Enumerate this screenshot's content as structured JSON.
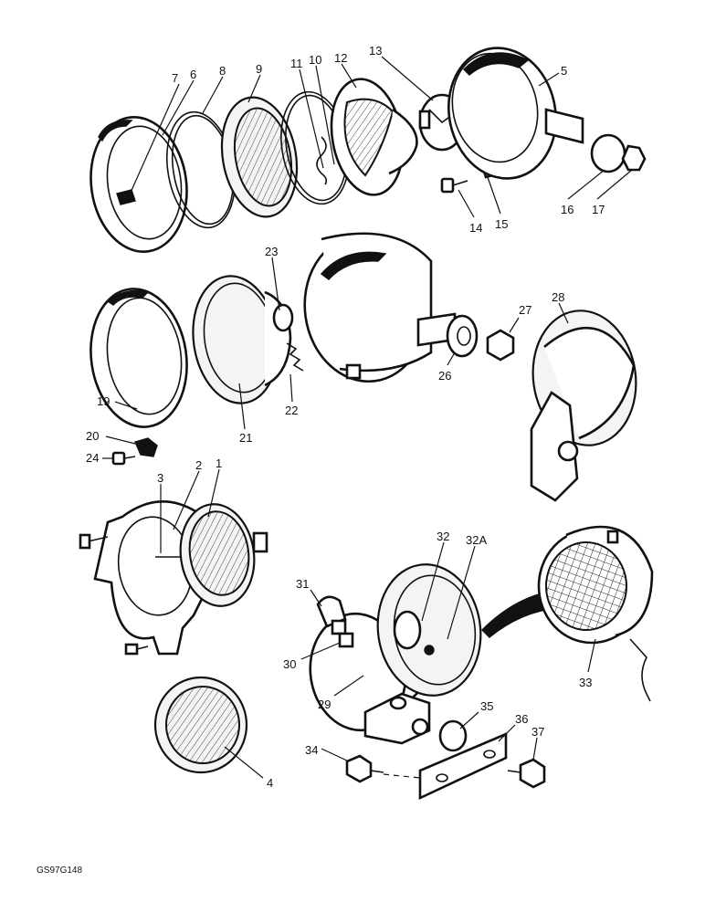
{
  "figure_code": "GS97G148",
  "callouts": {
    "c1": "1",
    "c2": "2",
    "c3": "3",
    "c4": "4",
    "c5": "5",
    "c6": "6",
    "c7": "7",
    "c8": "8",
    "c9": "9",
    "c10": "10",
    "c11": "11",
    "c12": "12",
    "c13": "13",
    "c14": "14",
    "c15": "15",
    "c16": "16",
    "c17": "17",
    "c19": "19",
    "c20": "20",
    "c21": "21",
    "c22": "22",
    "c23": "23",
    "c24": "24",
    "c26": "26",
    "c27": "27",
    "c28": "28",
    "c29": "29",
    "c30": "30",
    "c31": "31",
    "c32": "32",
    "c32a": "32A",
    "c33": "33",
    "c34": "34",
    "c35": "35",
    "c36": "36",
    "c37": "37"
  }
}
